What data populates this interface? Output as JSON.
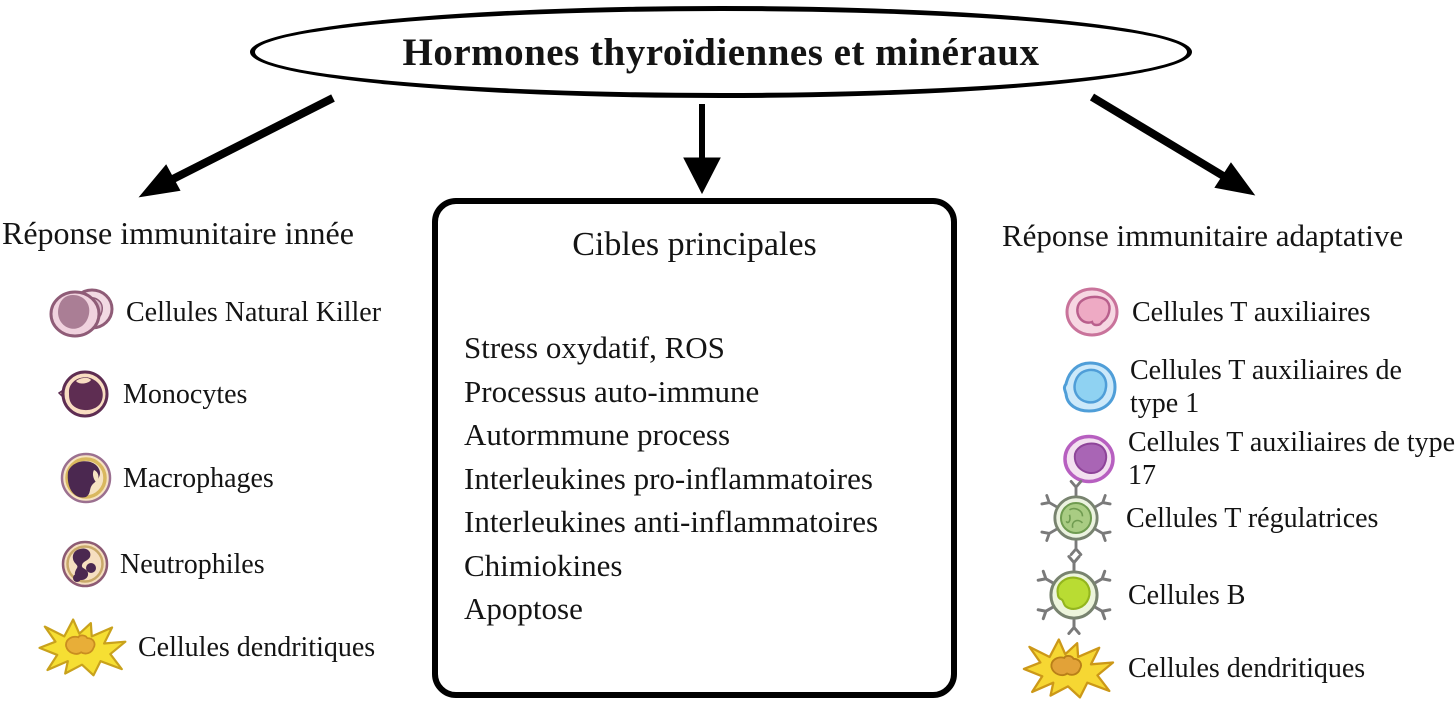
{
  "title": "Hormones thyroïdiennes et minéraux",
  "left_column": {
    "header": "Réponse immunitaire innée",
    "items": [
      {
        "label": "Cellules Natural Killer",
        "icon": "nk-cell-icon"
      },
      {
        "label": "Monocytes",
        "icon": "monocyte-icon"
      },
      {
        "label": "Macrophages",
        "icon": "macrophage-icon"
      },
      {
        "label": "Neutrophiles",
        "icon": "neutrophil-icon"
      },
      {
        "label": "Cellules dendritiques",
        "icon": "dendritic-cell-icon"
      }
    ]
  },
  "center_box": {
    "title": "Cibles principales",
    "items": [
      "Stress oxydatif, ROS",
      "Processus auto-immune",
      "Autormmune process",
      "Interleukines pro-inflammatoires",
      "Interleukines anti-inflammatoires",
      "Chimiokines",
      "Apoptose"
    ]
  },
  "right_column": {
    "header": "Réponse immunitaire adaptative",
    "items": [
      {
        "label": "Cellules T auxiliaires",
        "icon": "t-helper-cell-icon"
      },
      {
        "label": "Cellules T auxiliaires de type 1",
        "icon": "th1-cell-icon"
      },
      {
        "label": "Cellules T auxiliaires de type 17",
        "icon": "th17-cell-icon"
      },
      {
        "label": "Cellules T régulatrices",
        "icon": "treg-cell-icon"
      },
      {
        "label": "Cellules B",
        "icon": "b-cell-icon"
      },
      {
        "label": "Cellules dendritiques",
        "icon": "dendritic-cell-icon"
      }
    ]
  },
  "colors": {
    "outline": "#000000",
    "text": "#141414",
    "nk_cell": "#f0d2de",
    "nk_nucleus": "#aa7e95",
    "monocyte_body": "#f8ddc1",
    "monocyte_nucleus": "#5e2d52",
    "macrophage_body": "#f6e3c2",
    "macrophage_nucleus": "#4b2850",
    "dendritic_cell": "#f6df33",
    "dendritic_nucleus": "#e8ae38",
    "t_helper_body": "#f6d7e2",
    "t_helper_nucleus": "#eeaac4",
    "th1_body": "#cce9fa",
    "th1_nucleus": "#8fd2f2",
    "th17_body": "#f3e0f0",
    "th17_nucleus": "#a965b5",
    "treg_nucleus": "#a9cc83",
    "b_cell_nucleus": "#b9dc33"
  }
}
